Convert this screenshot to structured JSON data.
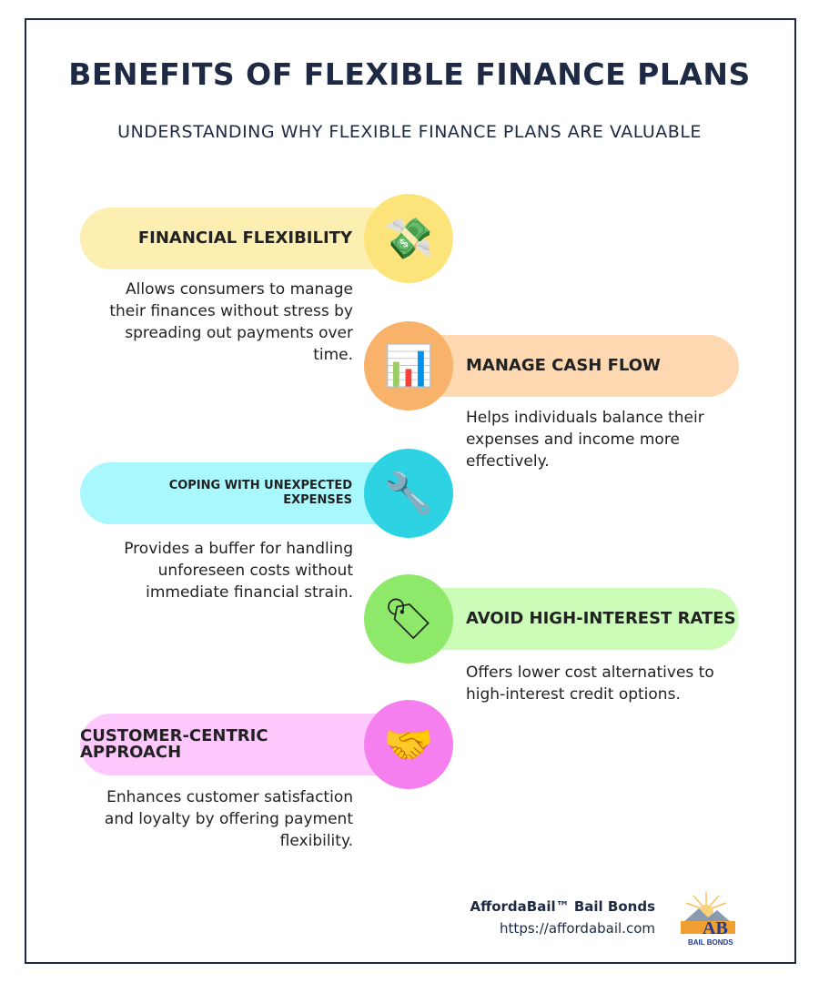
{
  "title": "BENEFITS OF FLEXIBLE FINANCE PLANS",
  "subtitle": "UNDERSTANDING WHY FLEXIBLE FINANCE PLANS ARE VALUABLE",
  "benefits": [
    {
      "heading": "FINANCIAL FLEXIBILITY",
      "description": "Allows consumers to manage their finances without stress by spreading out payments over time.",
      "icon": "money-with-wings-icon",
      "glyph": "💸",
      "pill_color": "#fdefb2",
      "circle_color": "#fde47a"
    },
    {
      "heading": "MANAGE CASH FLOW",
      "description": "Helps individuals balance their expenses and income more effectively.",
      "icon": "bar-chart-icon",
      "glyph": "📊",
      "pill_color": "#fed8b1",
      "circle_color": "#f8b26a"
    },
    {
      "heading": "COPING WITH UNEXPECTED EXPENSES",
      "description": "Provides a buffer for handling unforeseen costs without immediate financial strain.",
      "icon": "wrench-icon",
      "glyph": "🔧",
      "pill_color": "#a8f8fd",
      "circle_color": "#2dd3e3"
    },
    {
      "heading": "AVOID HIGH-INTEREST RATES",
      "description": "Offers lower cost alternatives to high-interest credit options.",
      "icon": "price-tag-icon",
      "glyph": "🏷",
      "pill_color": "#ccfdb8",
      "circle_color": "#8ee86a"
    },
    {
      "heading": "CUSTOMER-CENTRIC APPROACH",
      "description": "Enhances customer satisfaction and loyalty by offering payment flexibility.",
      "icon": "handshake-icon",
      "glyph": "🤝",
      "pill_color": "#fdc9fd",
      "circle_color": "#f67ff0"
    }
  ],
  "footer": {
    "name": "AffordaBail™ Bail Bonds",
    "url": "https://affordabail.com",
    "logo_text": "AB BAIL BONDS"
  }
}
